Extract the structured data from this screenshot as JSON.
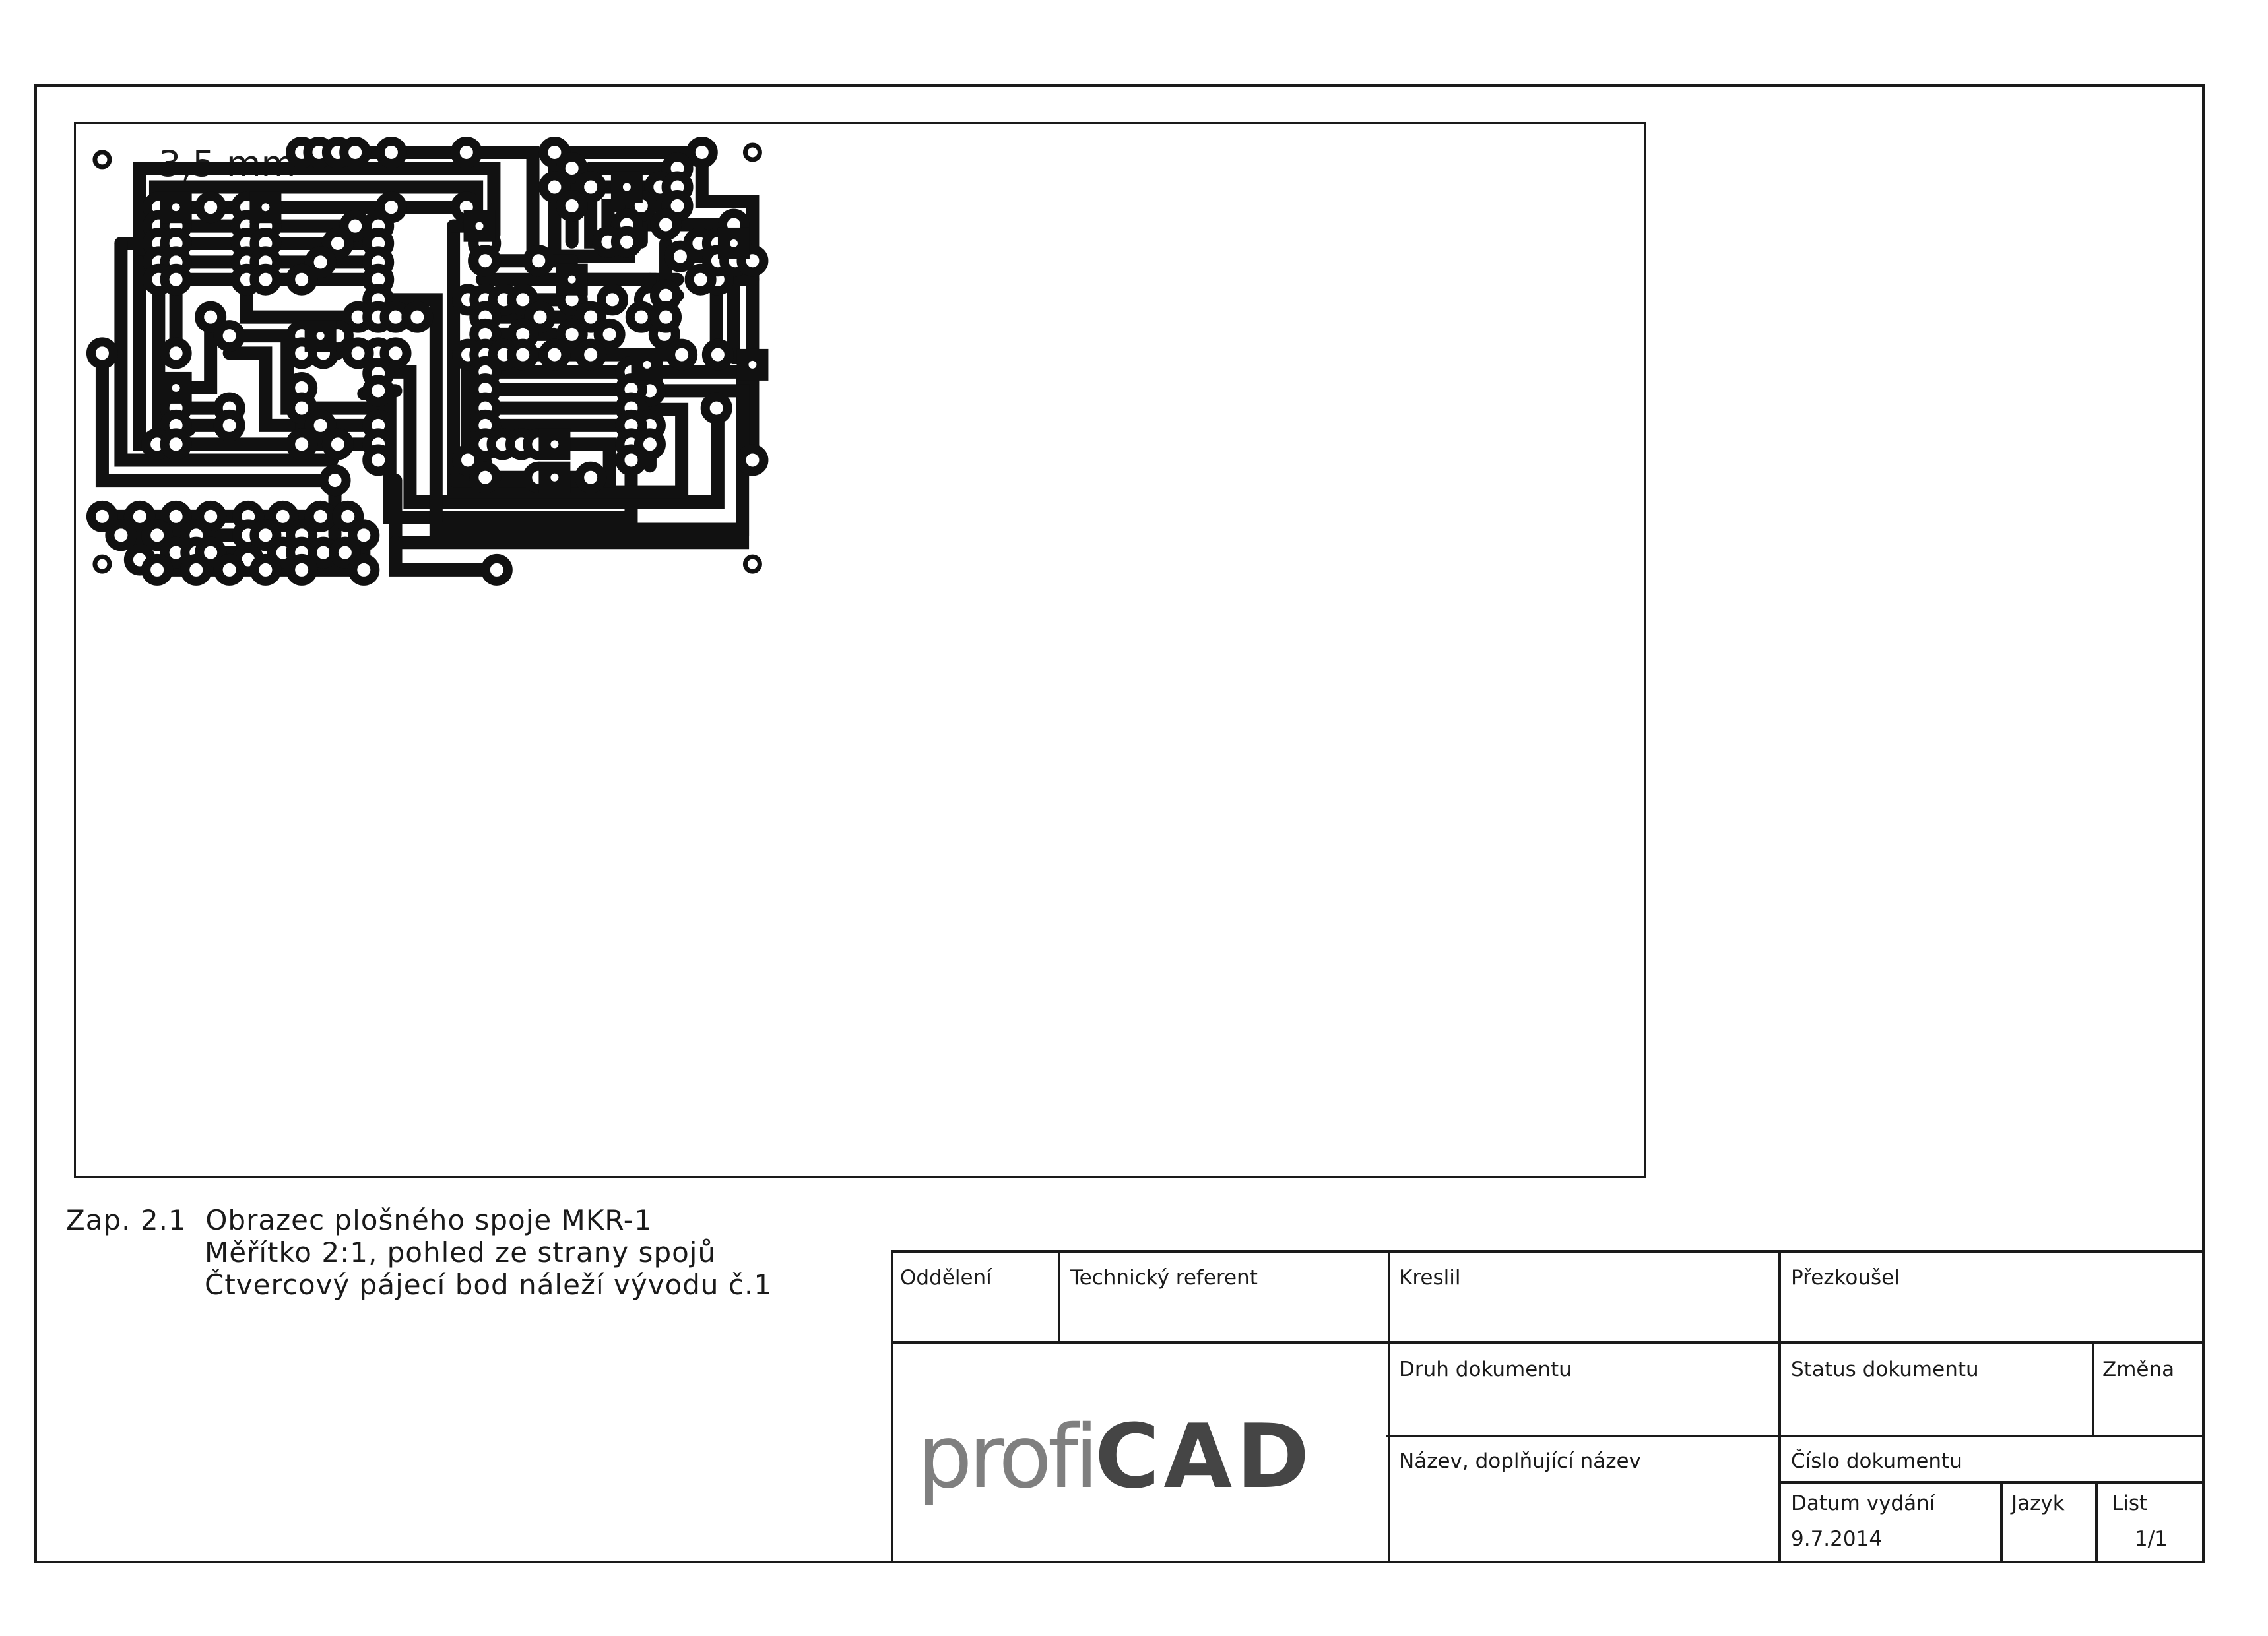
{
  "drawing": {
    "scale_label": "3,5 mm"
  },
  "caption": {
    "line1": "Zap. 2.1  Obrazec plošného spoje MKR-1",
    "line2": "Měřítko 2:1, pohled ze strany spojů",
    "line3": "Čtvercový pájecí bod náleží vývodu č.1"
  },
  "title_block": {
    "department_label": "Oddělení",
    "tech_referent_label": "Technický referent",
    "drawn_by_label": "Kreslil",
    "checked_by_label": "Přezkoušel",
    "doc_type_label": "Druh dokumentu",
    "doc_status_label": "Status dokumentu",
    "change_label": "Změna",
    "name_label": "Název, doplňující název",
    "doc_number_label": "Číslo dokumentu",
    "issue_date_label": "Datum vydání",
    "issue_date_value": "9.7.2014",
    "language_label": "Jazyk",
    "sheet_label": "List",
    "sheet_value": "1/1"
  },
  "logo": {
    "part1": "profi",
    "part2": "CAD"
  },
  "colors": {
    "ink": "#1a1a1a",
    "logo_light": "#7f7f7f",
    "logo_dark": "#454545"
  }
}
